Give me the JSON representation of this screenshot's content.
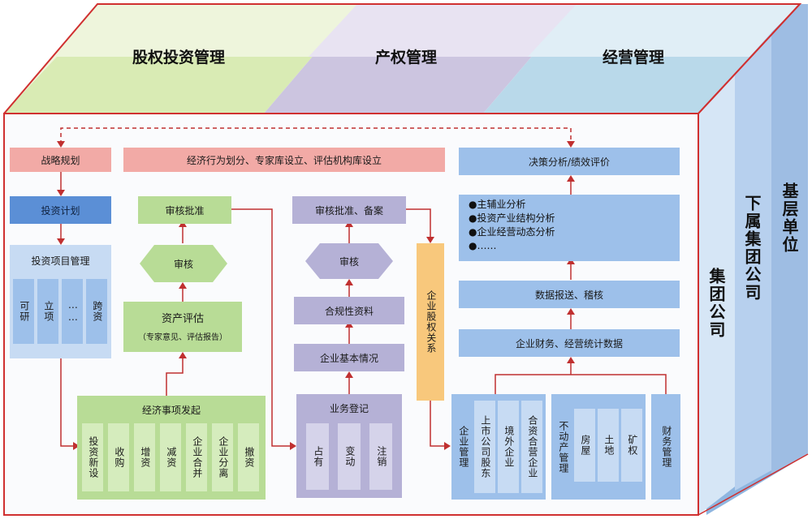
{
  "top": {
    "equity": "股权投资管理",
    "property": "产权管理",
    "operation": "经营管理"
  },
  "side": {
    "group": "集团公司",
    "subsidiary": "下属集团公司",
    "grassroots": "基层单位"
  },
  "col1": {
    "strategy": "战略规划",
    "plan": "投资计划",
    "project_mgmt": "投资项目管理",
    "steps": [
      "可研",
      "立项",
      "……",
      "跨资"
    ]
  },
  "col2": {
    "top_bar": "经济行为划分、专家库设立、评估机构库设立",
    "approve": "审核批准",
    "review": "审核",
    "asset_eval": "资产评估",
    "asset_eval_sub": "（专家意见、评估报告）",
    "initiate": "经济事项发起",
    "items": [
      "投资新设",
      "收购",
      "增资",
      "减资",
      "企业合并",
      "企业分离",
      "撤资"
    ]
  },
  "col3": {
    "approve_file": "审核批准、备案",
    "review": "审核",
    "compliance": "合规性资料",
    "basic_info": "企业基本情况",
    "register": "业务登记",
    "items": [
      "占有",
      "变动",
      "注销"
    ],
    "equity_rel": "企业股权关系"
  },
  "col4": {
    "decision": "决策分析/绩效评价",
    "analysis": [
      "●主辅业分析",
      "●投资产业结构分析",
      "●企业经营动态分析",
      "●……"
    ],
    "report": "数据报送、稽核",
    "finance": "企业财务、经营统计数据",
    "ent_mgmt": "企业管理",
    "ent_items": [
      "上市公司股东",
      "境外企业",
      "合资合营企业"
    ],
    "real_estate": "不动产管理",
    "re_items": [
      "房屋",
      "土地",
      "矿权"
    ],
    "fin_mgmt": "财务管理"
  }
}
